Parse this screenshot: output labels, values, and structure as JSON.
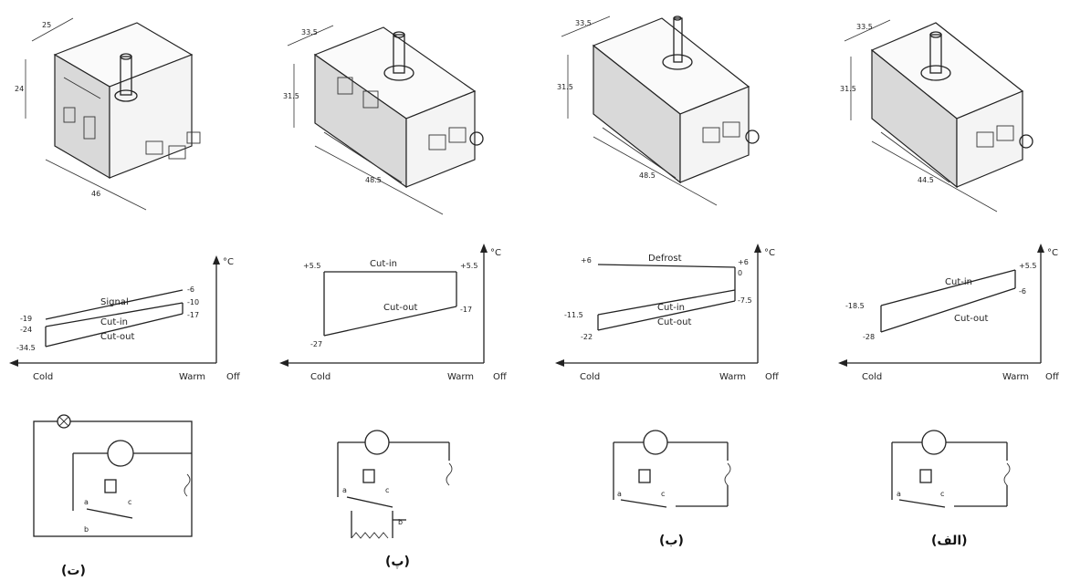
{
  "panels": [
    {
      "caption": "(الف)",
      "dims": [
        "33.5",
        "31.5",
        "44.5"
      ],
      "graph": {
        "y_unit": "°C",
        "x_labels": [
          "Off",
          "Warm",
          "Cold"
        ],
        "lines": [
          "Cut-in",
          "Cut-out"
        ],
        "right_values": [
          "+5.5",
          "-6"
        ],
        "left_values": [
          "-18.5",
          "-28"
        ]
      },
      "circuit_letters": [
        "a",
        "c"
      ]
    },
    {
      "caption": "(ب)",
      "dims": [
        "33.5",
        "31.5",
        "48.5"
      ],
      "graph": {
        "y_unit": "°C",
        "x_labels": [
          "Off",
          "Warm",
          "Cold"
        ],
        "lines": [
          "Defrost",
          "Cut-in",
          "Cut-out"
        ],
        "right_values": [
          "+6",
          "0",
          "-7.5"
        ],
        "left_values": [
          "+6",
          "-11.5",
          "-22"
        ]
      },
      "circuit_letters": [
        "a",
        "c"
      ]
    },
    {
      "caption": "(پ)",
      "dims": [
        "33.5",
        "31.5",
        "48.5"
      ],
      "graph": {
        "y_unit": "°C",
        "x_labels": [
          "Off",
          "Warm",
          "Cold"
        ],
        "lines": [
          "Cut-in",
          "Cut-out"
        ],
        "right_values": [
          "+5.5",
          "-17"
        ],
        "left_values": [
          "+5.5",
          "-27"
        ]
      },
      "circuit_letters": [
        "a",
        "c",
        "b"
      ]
    },
    {
      "caption": "(ت)",
      "dims": [
        "25",
        "24",
        "46"
      ],
      "graph": {
        "y_unit": "°C",
        "x_labels": [
          "Off",
          "Warm",
          "Cold"
        ],
        "lines": [
          "Signal",
          "Cut-in",
          "Cut-out"
        ],
        "right_values": [
          "-6",
          "-10",
          "-17"
        ],
        "left_values": [
          "-19",
          "-24",
          "-34.5"
        ]
      },
      "circuit_letters": [
        "a",
        "c",
        "b"
      ]
    }
  ]
}
